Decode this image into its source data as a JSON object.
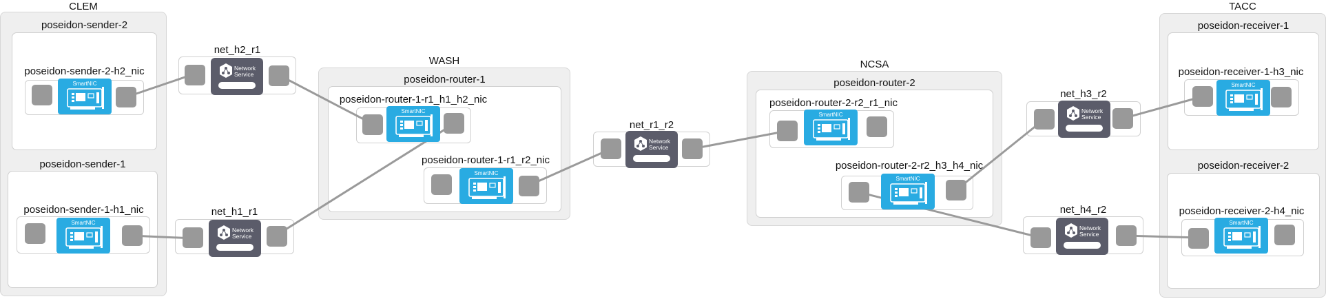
{
  "sites": {
    "clem": "CLEM",
    "wash": "WASH",
    "ncsa": "NCSA",
    "tacc": "TACC"
  },
  "hosts": {
    "sender2": "poseidon-sender-2",
    "sender1": "poseidon-sender-1",
    "router1": "poseidon-router-1",
    "router2": "poseidon-router-2",
    "receiver1": "poseidon-receiver-1",
    "receiver2": "poseidon-receiver-2"
  },
  "nics": {
    "sender2_nic": "poseidon-sender-2-h2_nic",
    "sender1_nic": "poseidon-sender-1-h1_nic",
    "router1_nic_a": "poseidon-router-1-r1_h1_h2_nic",
    "router1_nic_b": "poseidon-router-1-r1_r2_nic",
    "router2_nic_a": "poseidon-router-2-r2_r1_nic",
    "router2_nic_b": "poseidon-router-2-r2_h3_h4_nic",
    "receiver1_nic": "poseidon-receiver-1-h3_nic",
    "receiver2_nic": "poseidon-receiver-2-h4_nic",
    "badge": "SmartNIC"
  },
  "networks": {
    "net_h2_r1": "net_h2_r1",
    "net_h1_r1": "net_h1_r1",
    "net_r1_r2": "net_r1_r2",
    "net_h3_r2": "net_h3_r2",
    "net_h4_r2": "net_h4_r2",
    "badge_line1": "Network",
    "badge_line2": "Service"
  },
  "colors": {
    "nic": "#29abe2",
    "network_service": "#5b5c6a",
    "interface": "#999999",
    "link": "#9a9a9a"
  }
}
